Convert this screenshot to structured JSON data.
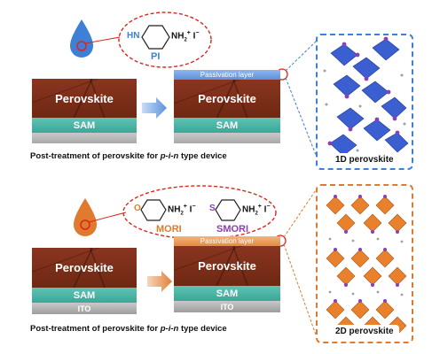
{
  "top": {
    "molecule": {
      "nh_label": "HN",
      "cation_label": "NH",
      "charge_label": "+",
      "sub_label": "2",
      "anion_label": "I",
      "anion_charge": "−",
      "name": "PI"
    },
    "left_stack": {
      "perovskite": "Perovskite",
      "sam": "SAM"
    },
    "right_stack": {
      "passivation": "Passivation layer",
      "perovskite": "Perovskite",
      "sam": "SAM"
    },
    "caption_prefix": "Post-treatment of perovskite for ",
    "caption_italic": "p-i-n",
    "caption_suffix": " type device",
    "structure_label": "1D perovskite"
  },
  "bottom": {
    "molecule_1": {
      "hetero": "O",
      "cation_label": "NH",
      "charge_label": "+",
      "sub_label": "2",
      "anion_label": "I",
      "anion_charge": "−",
      "name": "MORI"
    },
    "molecule_2": {
      "hetero": "S",
      "cation_label": "NH",
      "charge_label": "+",
      "sub_label": "2",
      "anion_label": "I",
      "anion_charge": "−",
      "name": "SMORI"
    },
    "left_stack": {
      "perovskite": "Perovskite",
      "sam": "SAM",
      "ito": "ITO"
    },
    "right_stack": {
      "passivation": "Passivation layer",
      "perovskite": "Perovskite",
      "sam": "SAM",
      "ito": "ITO"
    },
    "caption_prefix": "Post-treatment of perovskite for ",
    "caption_italic": "p-i-n",
    "caption_suffix": " type device",
    "structure_label": "2D perovskite"
  },
  "colors": {
    "blue_accent": "#3f7fd6",
    "orange_accent": "#e07a2e",
    "ellipse_red": "#d9261c",
    "sam_teal": "#45b0a0",
    "perovskite_brown": "#7a2f1a"
  }
}
